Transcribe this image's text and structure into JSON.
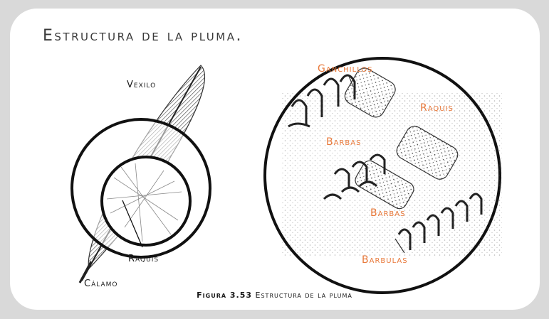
{
  "title": "Estructura de la pluma.",
  "left_labels": {
    "vexilo": "Vexilo",
    "raquis": "Raquis",
    "calamo": "Cálamo"
  },
  "right_labels": {
    "ganchillos": "Ganchillos",
    "raquis": "Raquis",
    "barbas_top": "Barbas",
    "barbas_bottom": "Barbas",
    "barbulas": "Barbulas"
  },
  "caption": {
    "figure_number": "Figura 3.53",
    "text": "Estructura de la pluma"
  },
  "colors": {
    "accent": "#e8793b",
    "frame": "#d9d9d9",
    "ink": "#1a1a1a"
  }
}
